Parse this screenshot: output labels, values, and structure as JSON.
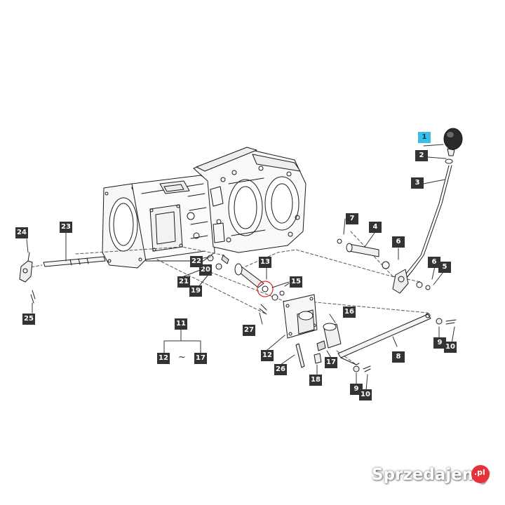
{
  "diagram": {
    "highlighted_label": "1",
    "callouts": {
      "c1": "1",
      "c2": "2",
      "c3": "3",
      "c4": "4",
      "c5": "5",
      "c6a": "6",
      "c6b": "6",
      "c7": "7",
      "c8": "8",
      "c9a": "9",
      "c9b": "9",
      "c10a": "10",
      "c10b": "10",
      "c11": "11",
      "c12a": "12",
      "c12b": "12",
      "c13": "13",
      "c15": "15",
      "c16": "16",
      "c17a": "17",
      "c17b": "17",
      "c18": "18",
      "c19": "19",
      "c20": "20",
      "c21": "21",
      "c22": "22",
      "c23": "23",
      "c24": "24",
      "c25": "25",
      "c26": "26",
      "c27": "27"
    },
    "range_symbol": "~"
  },
  "watermark": {
    "text": "Sprzedajemy",
    "tld": ".pl",
    "dot_color": "#e8323a"
  },
  "colors": {
    "callout_bg": "#333333",
    "callout_highlight": "#3bbde8",
    "line": "#1a1a1a"
  }
}
